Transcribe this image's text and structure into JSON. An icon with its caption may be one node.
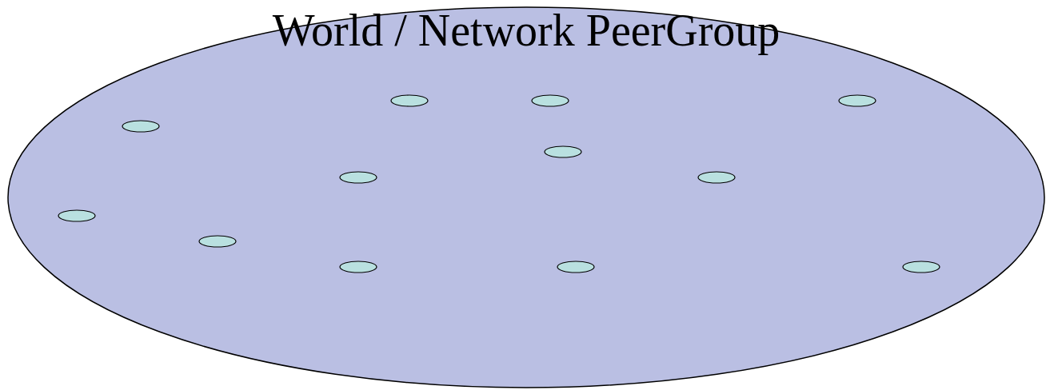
{
  "diagram": {
    "nodes": [
      {
        "text": [
          "World / Network PeerGroup"
        ]
      },
      {
        "text": [],
        "shape": "ellipse",
        "in": 0
      },
      {
        "text": [],
        "shape": "ellipse",
        "in": 0
      },
      {
        "text": [],
        "shape": "ellipse",
        "in": 0
      },
      {
        "text": [],
        "shape": "ellipse",
        "in": 0
      },
      {
        "text": [],
        "shape": "ellipse",
        "in": 0
      },
      {
        "text": [],
        "shape": "ellipse",
        "in": 0
      },
      {
        "text": [],
        "shape": "ellipse",
        "in": 0
      },
      {
        "text": [],
        "shape": "ellipse",
        "in": 0
      },
      {
        "text": [],
        "shape": "ellipse",
        "in": 0
      },
      {
        "text": [],
        "shape": "ellipse",
        "in": 0
      },
      {
        "text": [],
        "shape": "ellipse",
        "in": 0
      },
      {
        "text": [],
        "shape": "ellipse",
        "in": 0
      }
    ]
  }
}
